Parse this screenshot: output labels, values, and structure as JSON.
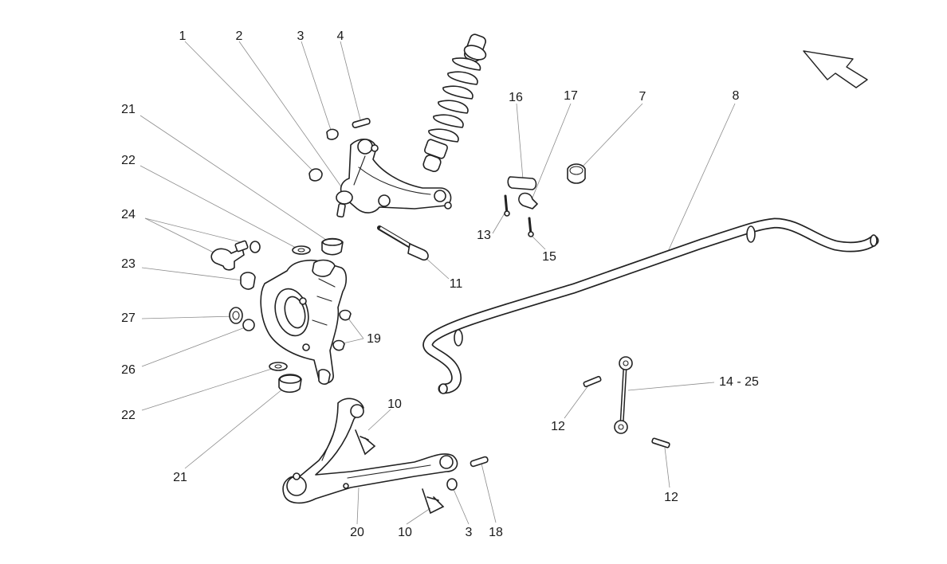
{
  "callouts": [
    {
      "id": "c1",
      "text": "1"
    },
    {
      "id": "c2",
      "text": "2"
    },
    {
      "id": "c3a",
      "text": "3"
    },
    {
      "id": "c4",
      "text": "4"
    },
    {
      "id": "c21a",
      "text": "21"
    },
    {
      "id": "c22a",
      "text": "22"
    },
    {
      "id": "c24",
      "text": "24"
    },
    {
      "id": "c23",
      "text": "23"
    },
    {
      "id": "c27",
      "text": "27"
    },
    {
      "id": "c26",
      "text": "26"
    },
    {
      "id": "c22b",
      "text": "22"
    },
    {
      "id": "c21b",
      "text": "21"
    },
    {
      "id": "c16",
      "text": "16"
    },
    {
      "id": "c17",
      "text": "17"
    },
    {
      "id": "c7",
      "text": "7"
    },
    {
      "id": "c8",
      "text": "8"
    },
    {
      "id": "c13",
      "text": "13"
    },
    {
      "id": "c15",
      "text": "15"
    },
    {
      "id": "c11",
      "text": "11"
    },
    {
      "id": "c19",
      "text": "19"
    },
    {
      "id": "c10a",
      "text": "10"
    },
    {
      "id": "c10b",
      "text": "10"
    },
    {
      "id": "c20",
      "text": "20"
    },
    {
      "id": "c3b",
      "text": "3"
    },
    {
      "id": "c18",
      "text": "18"
    },
    {
      "id": "c12a",
      "text": "12"
    },
    {
      "id": "c1425",
      "text": "14 - 25"
    },
    {
      "id": "c12b",
      "text": "12"
    }
  ],
  "icons": {
    "direction": "direction-arrow-icon"
  }
}
